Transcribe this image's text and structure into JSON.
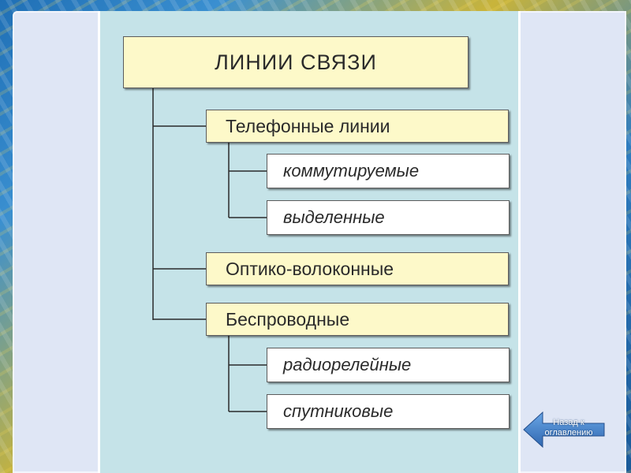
{
  "diagram": {
    "root": "ЛИНИИ СВЯЗИ",
    "telephone": "Телефонные  линии",
    "switched": "коммутируемые",
    "dedicated": "выделенные",
    "optical": "Оптико-волоконные",
    "wireless": "Беспроводные",
    "radio_relay": "радиорелейные",
    "satellite": "спутниковые"
  },
  "nav": {
    "back_label": "Назад к оглавлению"
  },
  "colors": {
    "canvas": "#c5e3e8",
    "level1_fill": "#fdf9c9",
    "level2_fill": "#ffffff",
    "back_arrow": "#3f7fc8"
  }
}
